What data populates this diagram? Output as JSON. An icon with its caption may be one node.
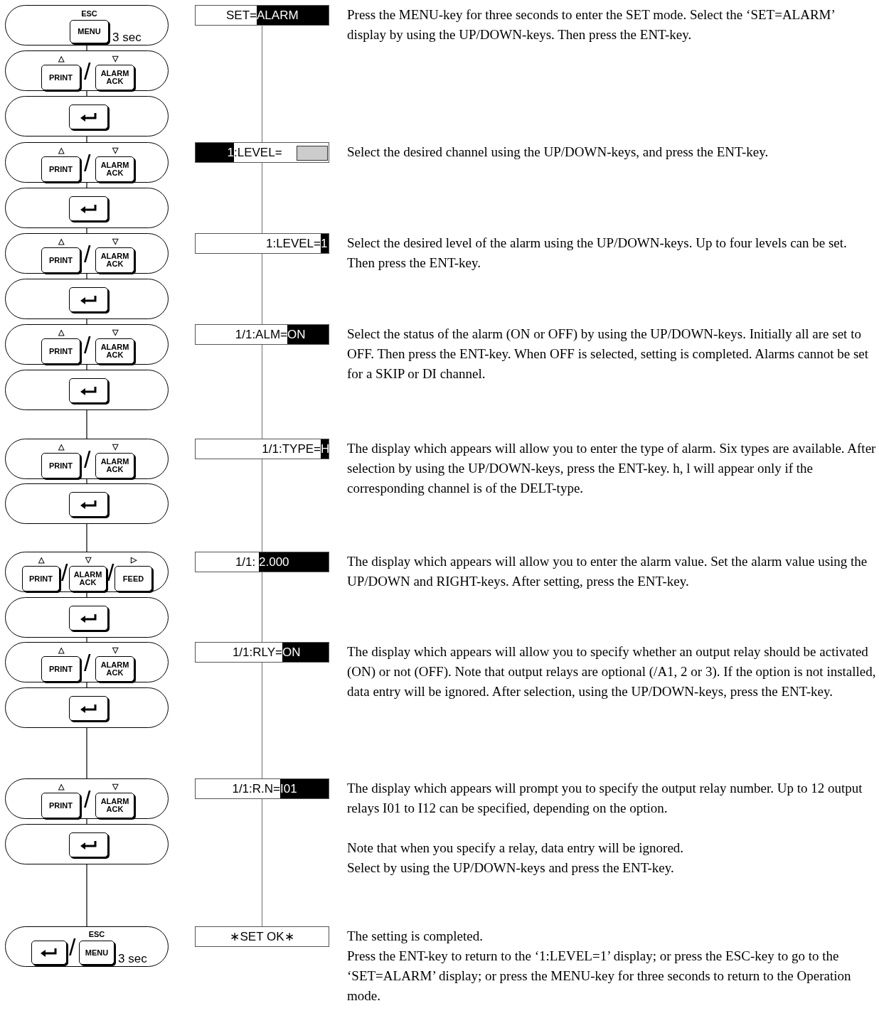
{
  "diagram": {
    "nodes": [
      {
        "text": [],
        "shape": "pill"
      },
      {
        "text": [
          "MENU"
        ],
        "beside": [
          "ESC",
          "3 sec"
        ],
        "in": 0
      },
      {
        "text": [
          "/"
        ]
      },
      {
        "text": [
          "PRINT"
        ],
        "beside": [
          "△"
        ],
        "in": 2
      },
      {
        "text": [
          "ALARM ACK"
        ],
        "beside": [
          "▽"
        ],
        "in": 2
      },
      {
        "text": [],
        "shape": "pill"
      },
      {
        "text": [],
        "shape": "box",
        "in": 5
      },
      {
        "text": [
          "/"
        ]
      },
      {
        "text": [
          "PRINT"
        ],
        "beside": [
          "△"
        ],
        "in": 7
      },
      {
        "text": [
          "ALARM ACK"
        ],
        "beside": [
          "▽"
        ],
        "in": 7
      },
      {
        "text": [],
        "shape": "pill"
      },
      {
        "text": [],
        "shape": "box",
        "in": 10
      },
      {
        "text": [
          "/"
        ]
      },
      {
        "text": [
          "PRINT"
        ],
        "beside": [
          "△"
        ],
        "in": 12
      },
      {
        "text": [
          "ALARM ACK"
        ],
        "beside": [
          "▽"
        ],
        "in": 12
      },
      {
        "text": [],
        "shape": "pill"
      },
      {
        "text": [],
        "shape": "box",
        "in": 15
      },
      {
        "text": [
          "/"
        ]
      },
      {
        "text": [
          "PRINT"
        ],
        "beside": [
          "△"
        ],
        "in": 17
      },
      {
        "text": [
          "ALARM ACK"
        ],
        "beside": [
          "▽"
        ],
        "in": 17
      },
      {
        "text": [],
        "shape": "pill"
      },
      {
        "text": [],
        "shape": "box",
        "in": 20
      },
      {
        "text": [
          "/"
        ]
      },
      {
        "text": [
          "PRINT"
        ],
        "beside": [
          "△"
        ],
        "in": 22
      },
      {
        "text": [
          "ALARM ACK"
        ],
        "beside": [
          "▽"
        ],
        "in": 22
      },
      {
        "text": [],
        "shape": "pill"
      },
      {
        "text": [],
        "shape": "box",
        "in": 25
      },
      {
        "text": [
          "/",
          "/"
        ]
      },
      {
        "text": [
          "PRINT"
        ],
        "beside": [
          "△"
        ],
        "in": 27
      },
      {
        "text": [
          "ALARM ACK"
        ],
        "beside": [
          "▽"
        ],
        "in": 27
      },
      {
        "text": [
          "FEED"
        ],
        "beside": [
          "▷"
        ],
        "in": 27
      },
      {
        "text": [],
        "shape": "pill"
      },
      {
        "text": [],
        "shape": "box",
        "in": 31
      },
      {
        "text": [
          "/"
        ]
      },
      {
        "text": [
          "PRINT"
        ],
        "beside": [
          "△"
        ],
        "in": 33
      },
      {
        "text": [
          "ALARM ACK"
        ],
        "beside": [
          "▽"
        ],
        "in": 33
      },
      {
        "text": [],
        "shape": "pill"
      },
      {
        "text": [],
        "shape": "box",
        "in": 36
      },
      {
        "text": [
          "/"
        ]
      },
      {
        "text": [
          "PRINT"
        ],
        "beside": [
          "△"
        ],
        "in": 38
      },
      {
        "text": [
          "ALARM ACK"
        ],
        "beside": [
          "▽"
        ],
        "in": 38
      },
      {
        "text": [],
        "shape": "pill"
      },
      {
        "text": [],
        "shape": "box",
        "in": 41
      },
      {
        "text": [
          "/"
        ]
      },
      {
        "text": [],
        "shape": "box",
        "in": 43
      },
      {
        "text": [
          "MENU"
        ],
        "beside": [
          "ESC",
          "3 sec"
        ],
        "in": 43
      },
      {
        "text": [
          "SET=",
          "ALARM"
        ]
      },
      {
        "text": [
          "1",
          ":LEVEL="
        ]
      },
      {
        "text": [
          "1:LEVEL=",
          "1"
        ]
      },
      {
        "text": [
          "1/1:ALM=",
          "ON"
        ]
      },
      {
        "text": [
          "1/1:TYPE=",
          "H"
        ]
      },
      {
        "text": [
          "1/1: ",
          "2.000"
        ]
      },
      {
        "text": [
          "1/1:RLY=",
          "ON"
        ]
      },
      {
        "text": [
          "1/1:R.N=",
          "I01"
        ]
      },
      {
        "text": [
          "∗SET OK∗"
        ]
      }
    ],
    "edges": [
      {
        "from": 0,
        "to": 2,
        "arrow": "none"
      },
      {
        "from": 2,
        "to": 5,
        "arrow": "none"
      },
      {
        "from": 5,
        "to": 7,
        "arrow": "none"
      },
      {
        "from": 7,
        "to": 10,
        "arrow": "none"
      },
      {
        "from": 10,
        "to": 12,
        "arrow": "none"
      },
      {
        "from": 12,
        "to": 15,
        "arrow": "none"
      },
      {
        "from": 15,
        "to": 17,
        "arrow": "none"
      },
      {
        "from": 17,
        "to": 20,
        "arrow": "none"
      },
      {
        "from": 20,
        "to": 22,
        "arrow": "none"
      },
      {
        "from": 22,
        "to": 25,
        "arrow": "none"
      },
      {
        "from": 25,
        "to": 27,
        "arrow": "none"
      },
      {
        "from": 27,
        "to": 31,
        "arrow": "none"
      },
      {
        "from": 31,
        "to": 33,
        "arrow": "none"
      },
      {
        "from": 33,
        "to": 36,
        "arrow": "none"
      },
      {
        "from": 36,
        "to": 38,
        "arrow": "none"
      },
      {
        "from": 38,
        "to": 41,
        "arrow": "none"
      },
      {
        "from": 41,
        "to": 43,
        "arrow": "none"
      },
      {
        "from": 46,
        "to": 47,
        "arrow": "none",
        "color": "#808080"
      },
      {
        "from": 47,
        "to": 48,
        "arrow": "none",
        "color": "#808080"
      },
      {
        "from": 48,
        "to": 49,
        "arrow": "none",
        "color": "#808080"
      },
      {
        "from": 49,
        "to": 50,
        "arrow": "none",
        "color": "#808080"
      },
      {
        "from": 50,
        "to": 51,
        "arrow": "none",
        "color": "#808080"
      },
      {
        "from": 51,
        "to": 52,
        "arrow": "none",
        "color": "#808080"
      },
      {
        "from": 52,
        "to": 53,
        "arrow": "none",
        "color": "#808080"
      },
      {
        "from": 53,
        "to": 54,
        "arrow": "none",
        "color": "#808080"
      }
    ],
    "labels": [
      "Press the MENU-key for three seconds to enter the SET mode. Select the ‘SET=ALARM’ display by using the UP/DOWN-keys. Then press the ENT-key.",
      "Select the desired channel using the UP/DOWN-keys, and press the ENT-key.",
      "Select the desired level of the alarm using the UP/DOWN-keys. Up to four levels can be set. Then press the ENT-key.",
      "Select the status of the alarm (ON or OFF) by using the UP/DOWN-keys. Initially all are set to OFF. Then press the ENT-key. When OFF is selected, setting is completed. Alarms cannot be set for a SKIP or DI channel.",
      "The display which appears will allow you to enter the type of alarm. Six types are available. After selection by using the UP/DOWN-keys, press the ENT-key. h, l will appear only if the corresponding channel is of the DELT-type.",
      "The display which appears will allow you to enter the alarm value. Set the alarm value using the UP/DOWN and RIGHT-keys. After setting, press the ENT-key.",
      "The display which appears will allow you to specify whether an output relay should be activated (ON) or not (OFF). Note that output relays are optional (/A1, 2 or 3). If the option is not installed, data entry will be ignored. After selection, using the UP/DOWN-keys, press the ENT-key.",
      "The display which appears will prompt you to specify the output relay number. Up to 12 output relays I01 to I12 can be specified, depending on the option.",
      "Note that when you specify a relay, data entry will be ignored.",
      "Select by using the UP/DOWN-keys and press the ENT-key.",
      "The setting is completed.",
      "Press the ENT-key to return to the ‘1:LEVEL=1’ display; or press the ESC-key to go to the ‘SET=ALARM’ display; or press the MENU-key for three seconds to return to the Operation mode."
    ]
  }
}
